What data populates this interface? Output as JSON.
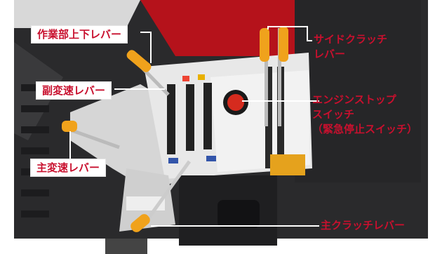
{
  "labels": {
    "work_lift_lever": "作業部上下レバー",
    "sub_shift_lever": "副変速レバー",
    "main_shift_lever": "主変速レバー",
    "side_clutch_line1": "サイドクラッチ",
    "side_clutch_line2": "レバー",
    "engine_stop_line1": "エンジンストップ",
    "engine_stop_line2": "スイッチ",
    "engine_stop_line3": "（緊急停止スイッチ）",
    "main_clutch_lever": "主クラッチレバー"
  },
  "colors": {
    "label_text": "#c8102e",
    "leader_line": "#ffffff",
    "panel": "#e8e8e8",
    "lever_grip": "#f0a21c",
    "stop_switch": "#d52b1e",
    "body_red": "#b5121b"
  }
}
